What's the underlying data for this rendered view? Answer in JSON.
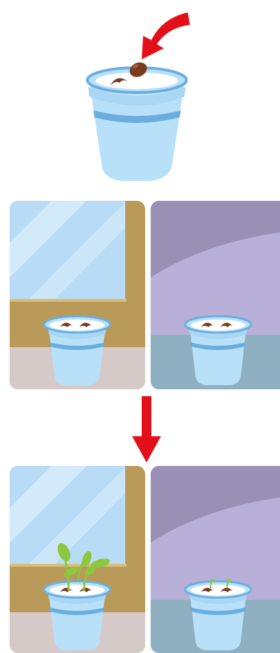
{
  "figure": {
    "steps": [
      {
        "step": "plant-seed",
        "pot_count": 1,
        "seeds_in_pot": 2,
        "icons": [
          "curved-arrow-icon",
          "seed-icon",
          "plant-pot-icon"
        ]
      },
      {
        "step": "place-pots",
        "scenes": [
          {
            "setting": "window",
            "sill_color": "#b99a58",
            "glass_color": "#b8dcf5",
            "floor_color": "#d6cac8"
          },
          {
            "setting": "dark-room",
            "wall_color": "#9a8fb5",
            "light_color": "#b8b0d8",
            "floor_color": "#8fb0c0"
          }
        ]
      },
      {
        "step": "result",
        "scenes": [
          {
            "setting": "window",
            "sprout": "leafy-seedling",
            "leaf_color": "#8dc63f"
          },
          {
            "setting": "dark-room",
            "sprout": "tiny-sprout",
            "leaf_color": "#8dc63f"
          }
        ]
      }
    ],
    "arrow_color": "#e3101a",
    "pot_color": "#b8e0f8",
    "pot_band_color": "#6aaee0",
    "soil_color": "#ffffff",
    "seed_color": "#7a3a1e"
  }
}
